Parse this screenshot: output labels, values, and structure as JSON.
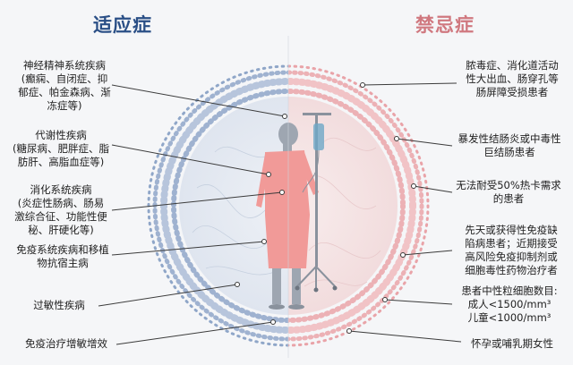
{
  "titles": {
    "indications": "适应症",
    "contraindications": "禁忌症"
  },
  "indications": [
    {
      "text": "神经精神系统疾病\n(癫痫、自闭症、抑\n郁症、帕金森病、渐\n冻症等)"
    },
    {
      "text": "代谢性疾病\n(糖尿病、肥胖症、脂\n肪肝、高脂血症等)"
    },
    {
      "text": "消化系统疾病\n(炎症性肠病、肠易\n激综合征、功能性便\n秘、肝硬化等)"
    },
    {
      "text": "免疫系统疾病和移植\n物抗宿主病"
    },
    {
      "text": "过敏性疾病"
    },
    {
      "text": "免疫治疗增敏增效"
    }
  ],
  "contraindications": [
    {
      "text": "脓毒症、消化道活动\n性大出血、肠穿孔等\n肠屏障受损患者"
    },
    {
      "text": "暴发性结肠炎或中毒性\n巨结肠患者"
    },
    {
      "text": "无法耐受50%热卡需求\n的患者"
    },
    {
      "text": "先天或获得性免疫缺\n陷病患者；近期接受\n高风险免疫抑制剂或\n细胞毒性药物治疗者"
    },
    {
      "text": "患者中性粒细胞数目:\n成人<1500/mm³\n儿童<1000/mm³"
    },
    {
      "text": "怀孕或哺乳期女性"
    }
  ],
  "colors": {
    "indication_title": "#2a4f86",
    "contraindication_title": "#d0787f",
    "left_ring": "#8fa6c8",
    "right_ring": "#e9a3a8",
    "gown": "#f19a98"
  }
}
